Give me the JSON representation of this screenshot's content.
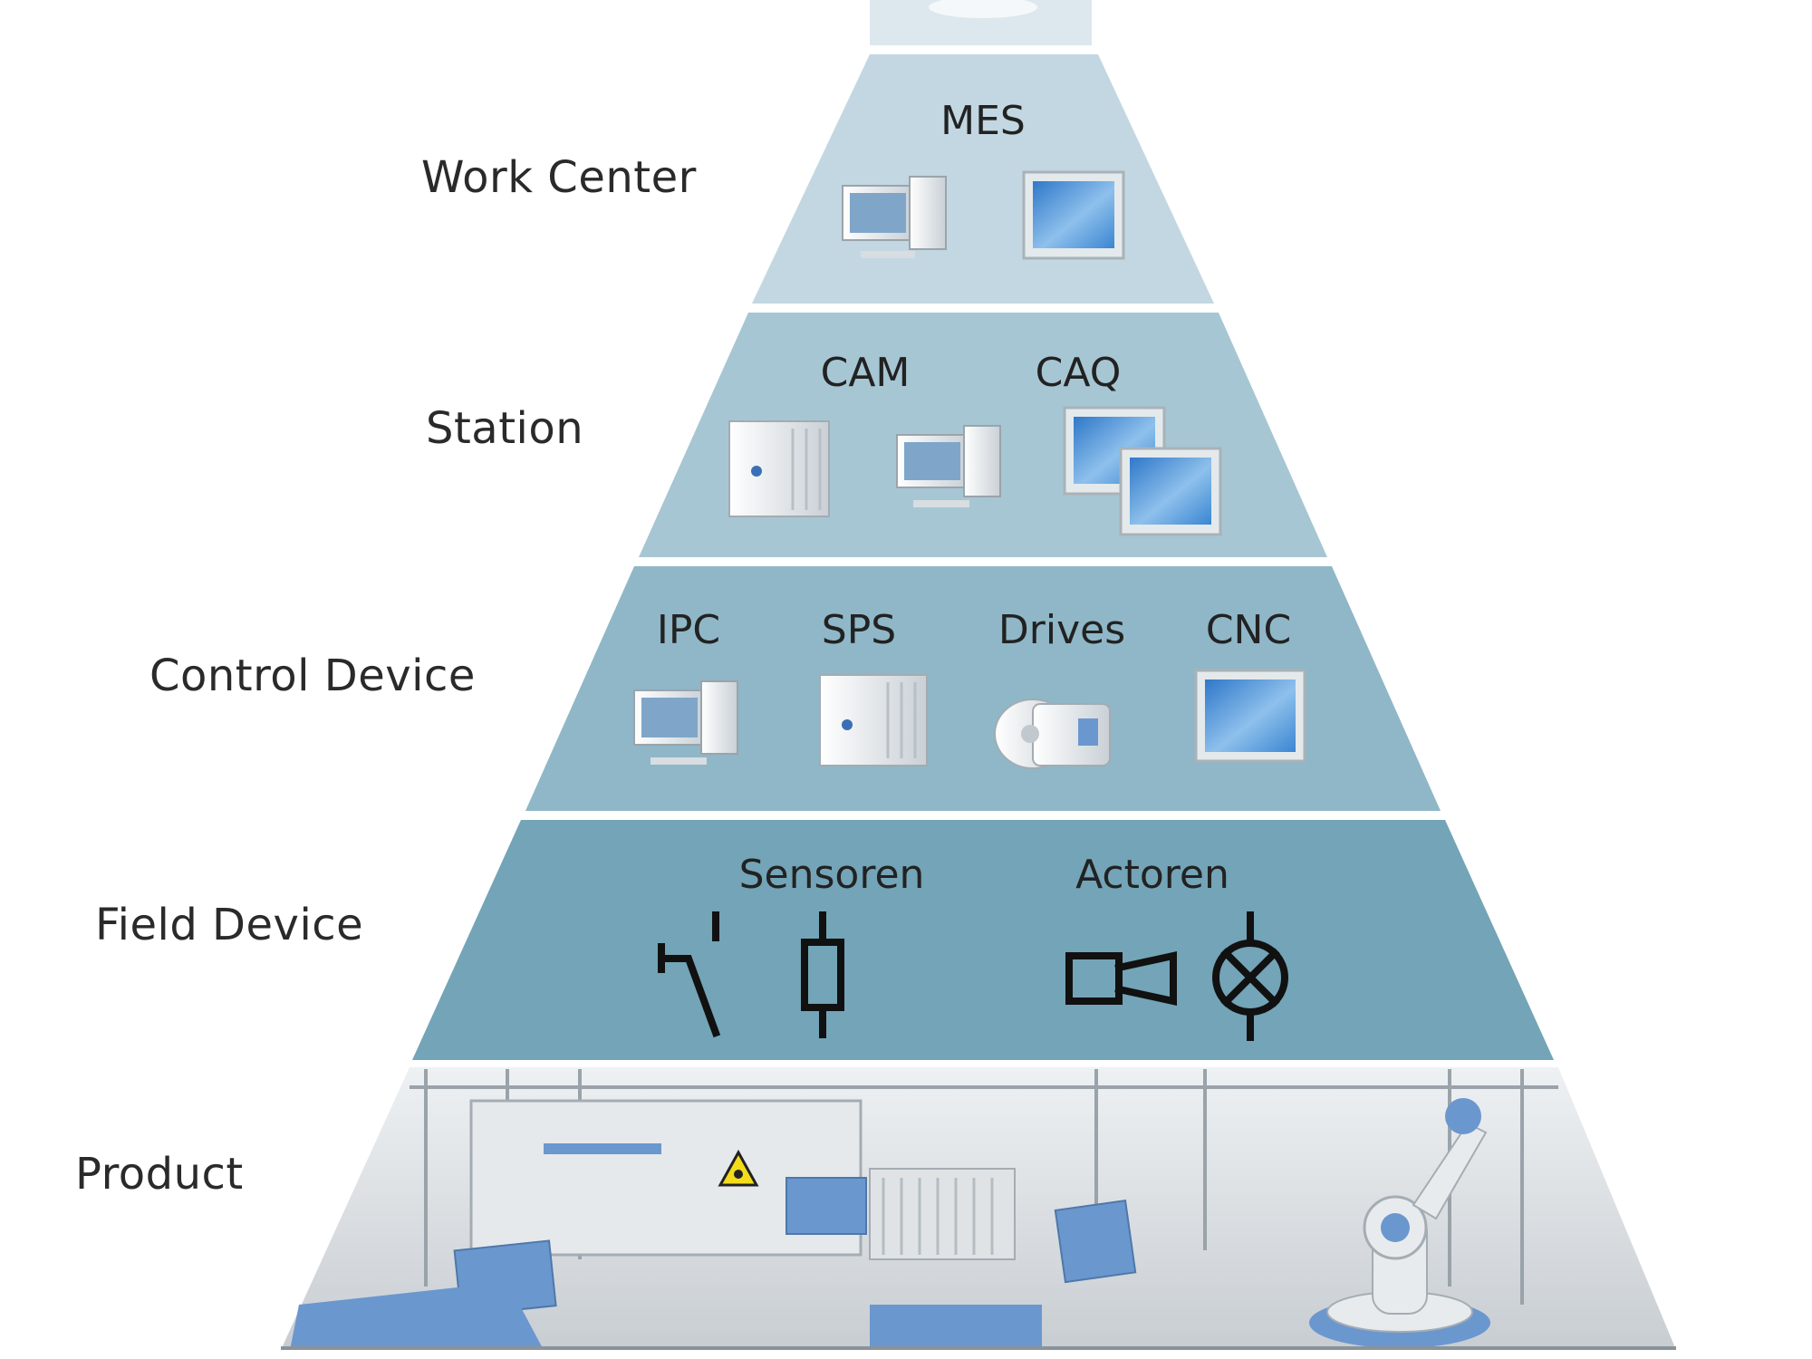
{
  "levels": {
    "work_center": {
      "label": "Work Center",
      "systems": [
        "MES"
      ]
    },
    "station": {
      "label": "Station",
      "systems": [
        "CAM",
        "CAQ"
      ]
    },
    "control_device": {
      "label": "Control Device",
      "systems": [
        "IPC",
        "SPS",
        "Drives",
        "CNC"
      ]
    },
    "field_device": {
      "label": "Field Device",
      "systems": [
        "Sensoren",
        "Actoren"
      ]
    },
    "product": {
      "label": "Product"
    }
  },
  "colors": {
    "top_layer": "#dde8ee",
    "work_center_layer": "#c2d7e1",
    "station_layer": "#a7c6d3",
    "control_layer": "#8fb7c7",
    "field_layer": "#73a4b7",
    "product_layer": "#d9dde0",
    "accent_blue": "#6b97cf"
  }
}
